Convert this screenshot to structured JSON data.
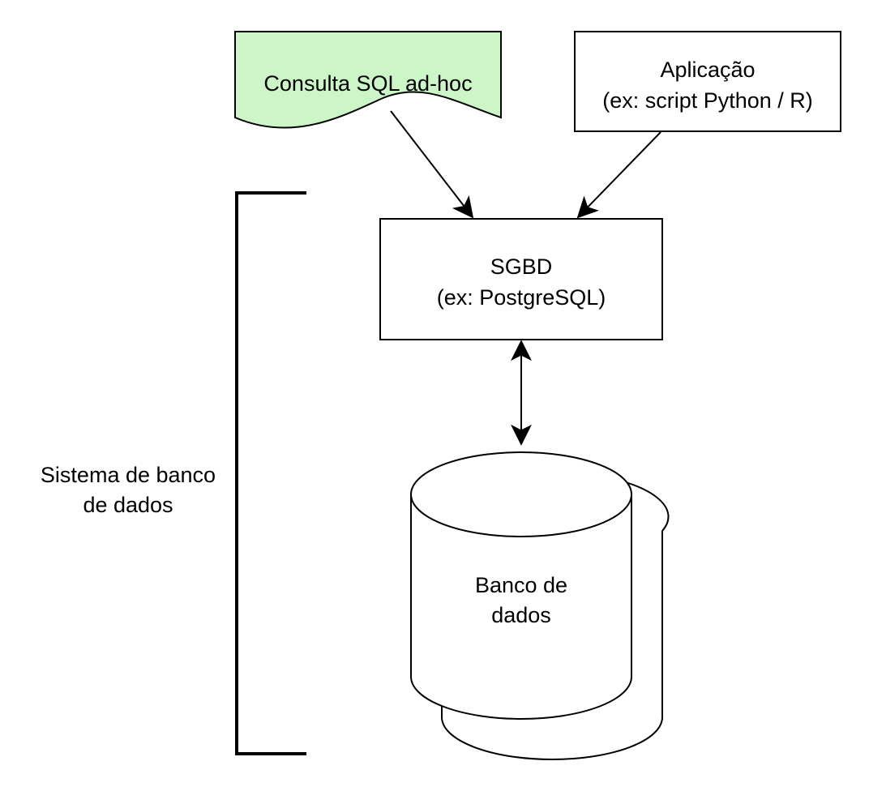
{
  "diagram": {
    "nodes": {
      "adhoc_query": {
        "label_lines": [
          "Consulta SQL ad-hoc"
        ],
        "shape": "document",
        "fill": "#ccf5c8"
      },
      "application": {
        "label_lines": [
          "Aplicação",
          "(ex: script Python / R)"
        ],
        "shape": "rectangle",
        "fill": "#ffffff"
      },
      "dbms": {
        "label_lines": [
          "SGBD",
          "(ex: PostgreSQL)"
        ],
        "shape": "rectangle",
        "fill": "#ffffff"
      },
      "database": {
        "label_lines": [
          "Banco de",
          "dados"
        ],
        "shape": "stacked-cylinder",
        "fill": "#ffffff"
      }
    },
    "edges": [
      {
        "from": "adhoc_query",
        "to": "dbms",
        "direction": "forward"
      },
      {
        "from": "application",
        "to": "dbms",
        "direction": "forward"
      },
      {
        "from": "dbms",
        "to": "database",
        "direction": "both"
      }
    ],
    "bracket": {
      "label_lines": [
        "Sistema de banco",
        "de dados"
      ],
      "groups": [
        "dbms",
        "database"
      ]
    },
    "colors": {
      "stroke": "#000000",
      "document_fill": "#ccf5c8",
      "background": "#ffffff"
    }
  }
}
